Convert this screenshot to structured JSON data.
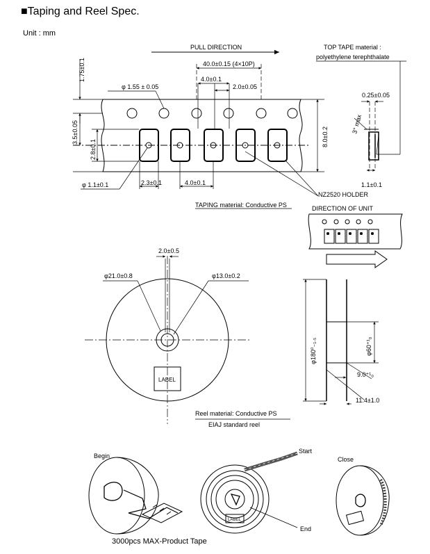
{
  "title": "■Taping and Reel Spec.",
  "unit_label": "Unit : mm",
  "tape": {
    "pull_direction": "PULL DIRECTION",
    "pitch_10": "40.0±0.15 (4×10P)",
    "pitch_4": "4.0±0.1",
    "pitch_2": "2.0±0.05",
    "hole_dia": "φ 1.55 ± 0.05",
    "edge_1_75": "1.75±0.1",
    "d_3_5": "3.5±0.05",
    "d_2_8": "2.8±0.1",
    "width_8": "8.0±0.2",
    "pocket_hole": "φ 1.1±0.1",
    "pocket_w": "2.3±0.1",
    "pocket_pitch": "4.0±0.1",
    "top_tape_1": "TOP TAPE material :",
    "top_tape_2": "polyethylene terephthalate",
    "thickness": "0.25±0.05",
    "angle": "3° max",
    "depth": "1.1±0.1",
    "holder": "NZ2520 HOLDER",
    "taping_material": "TAPING material: Conductive PS",
    "direction_unit": "DIRECTION OF UNIT"
  },
  "reel": {
    "slot": "2.0±0.5",
    "d21": "φ21.0±0.8",
    "d13": "φ13.0±0.2",
    "label": "LABEL",
    "d180": "φ180⁰₋₁.₅",
    "d60": "φ60⁺¹₀",
    "w9": "9.0⁺¹₀",
    "w11": "11.4±1.0",
    "material": "Reel material: Conductive PS",
    "standard": "EIAJ standard reel"
  },
  "bottom": {
    "begin": "Begin",
    "start": "Start",
    "end": "End",
    "close": "Close",
    "label": "LABEL",
    "caption": "3000pcs MAX-Product Tape"
  }
}
